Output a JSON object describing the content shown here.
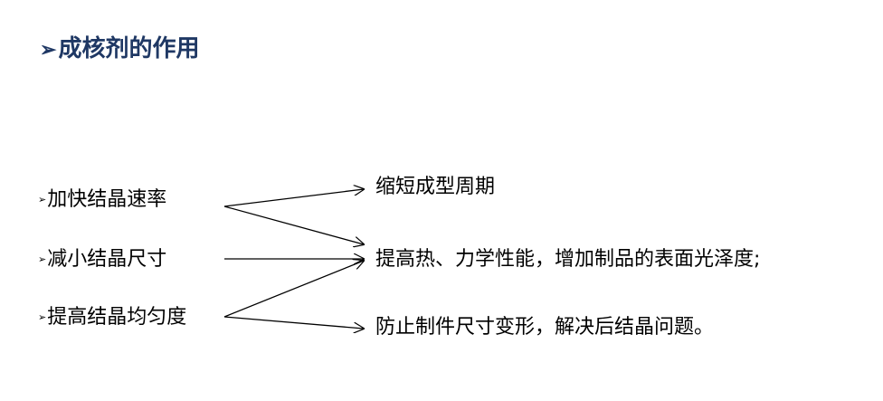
{
  "title": {
    "marker": "➢",
    "text": "成核剂的作用"
  },
  "causes": [
    {
      "marker": "➢",
      "text": "加快结晶速率"
    },
    {
      "marker": "➢",
      "text": "减小结晶尺寸"
    },
    {
      "marker": "➢",
      "text": "提高结晶均匀度"
    }
  ],
  "effects": [
    {
      "text": "缩短成型周期"
    },
    {
      "text": "提高热、力学性能，增加制品的表面光泽度;"
    },
    {
      "text": "防止制件尺寸变形，解决后结晶问题。"
    }
  ],
  "colors": {
    "title": "#1f3864",
    "text": "#000000",
    "arrow": "#000000"
  }
}
